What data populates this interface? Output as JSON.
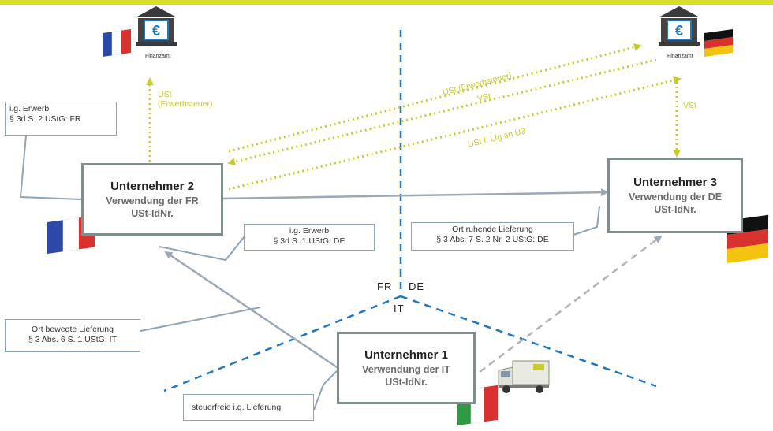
{
  "header": {
    "accent_color": "#d8dc2a"
  },
  "finanzamt_fr": {
    "label": "Finanzamt",
    "icon": "bank-euro-icon",
    "flag": "france-flag-icon"
  },
  "finanzamt_de": {
    "label": "Finanzamt",
    "icon": "bank-euro-icon",
    "flag": "germany-flag-icon"
  },
  "unternehmer2": {
    "title": "Unternehmer 2",
    "line1": "Verwendung der FR",
    "line2": "USt-IdNr.",
    "flag": "france-flag-icon"
  },
  "unternehmer3": {
    "title": "Unternehmer 3",
    "line1": "Verwendung der DE",
    "line2": "USt-IdNr.",
    "flag": "germany-flag-icon"
  },
  "unternehmer1": {
    "title": "Unternehmer 1",
    "line1": "Verwendung der IT",
    "line2": "USt-IdNr.",
    "flag": "italy-flag-icon",
    "vehicle": "truck-icon"
  },
  "notes": {
    "ig_erwerb_fr": {
      "line1": "i.g. Erwerb",
      "line2": "§ 3d S. 2 UStG: FR"
    },
    "ig_erwerb_de": {
      "line1": "i.g. Erwerb",
      "line2": "§ 3d S. 1 UStG: DE"
    },
    "ruhende": {
      "line1": "Ort ruhende Lieferung",
      "line2": "§ 3 Abs. 7 S. 2 Nr. 2 UStG: DE"
    },
    "bewegte": {
      "line1": "Ort bewegte Lieferung",
      "line2": "§ 3 Abs. 6 S. 1 UStG: IT"
    },
    "steuerfrei": {
      "line1": "steuerfreie i.g. Lieferung"
    }
  },
  "countries": {
    "fr": "FR",
    "de": "DE",
    "it": "IT"
  },
  "flows": {
    "ust_erwerbsteuer_fr": {
      "line1": "USt",
      "line2": "(Erwerbsteuer)"
    },
    "ust_erwerbsteuer_de": "USt (Erwerbsteuer)",
    "vst_mid": "VSt",
    "ust_lfg_u3": "USt f. Lfg an U3",
    "vst_de": "VSt"
  },
  "colors": {
    "border_lines": "#1f78c0",
    "arrow_gray": "#9ca8b4",
    "tax_flow": "#c8cb2c",
    "box_border": "#7f8d8f"
  }
}
